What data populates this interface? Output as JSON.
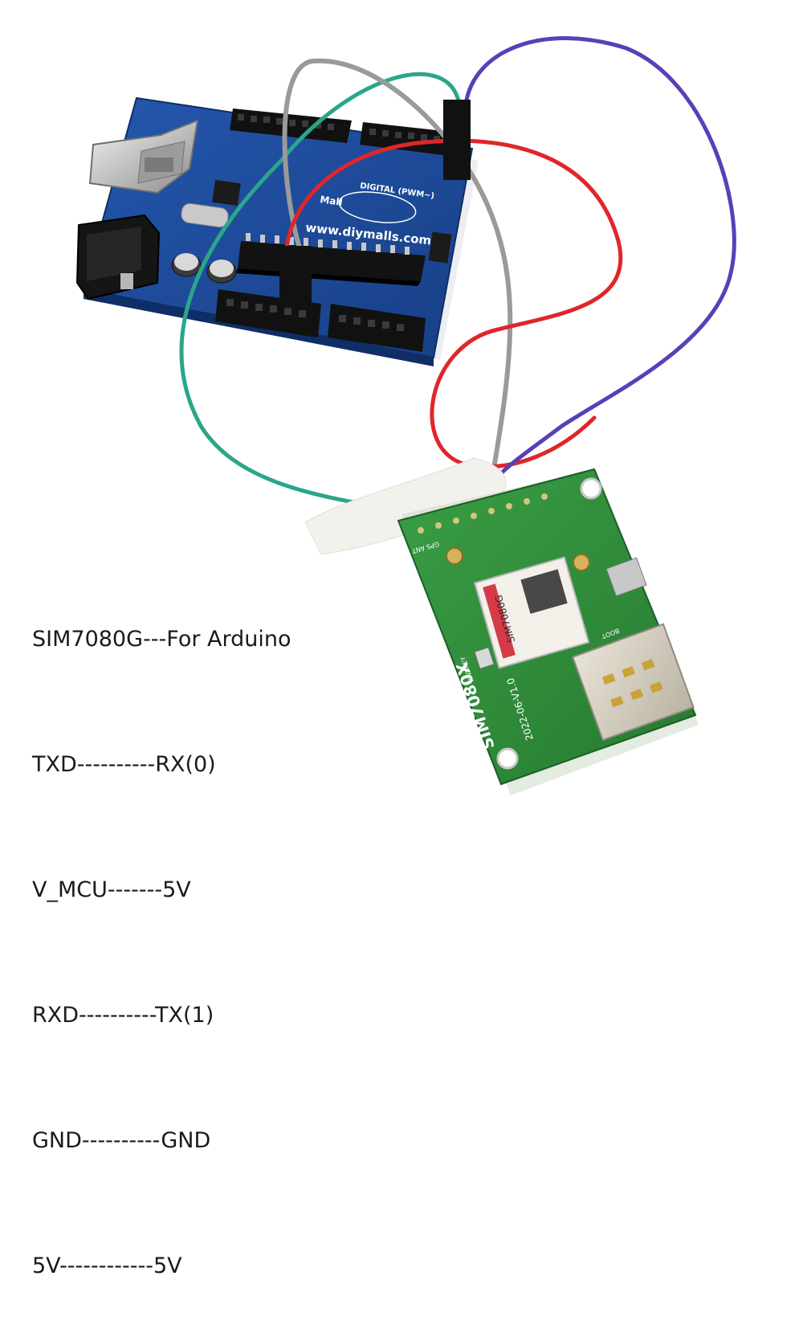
{
  "legend": {
    "lines": [
      "SIM7080G---For Arduino",
      "TXD----------RX(0)",
      "V_MCU-------5V",
      "RXD----------TX(1)",
      "GND----------GND",
      "5V------------5V"
    ]
  },
  "arduino_board": {
    "website": "www.diymalls.com",
    "digital_label": "DIGITAL (PWM~)",
    "brand": "Mall",
    "color": "#1d4c9e"
  },
  "sim_module": {
    "model_label": "SIM7080X",
    "version_label": "2022-06-V1.0",
    "chip_label": "SIM7080G",
    "pwrkey_label": "PWRKEY",
    "boot_label": "BOOT",
    "gps_ant_label": "GPS ANT",
    "color": "#2e8b3a"
  },
  "wires": [
    {
      "color": "#2aa68a",
      "name": "green-wire"
    },
    {
      "color": "#9a9a9a",
      "name": "grey-wire"
    },
    {
      "color": "#e0262b",
      "name": "red-wire"
    },
    {
      "color": "#5a3fb8",
      "name": "purple-wire"
    }
  ]
}
